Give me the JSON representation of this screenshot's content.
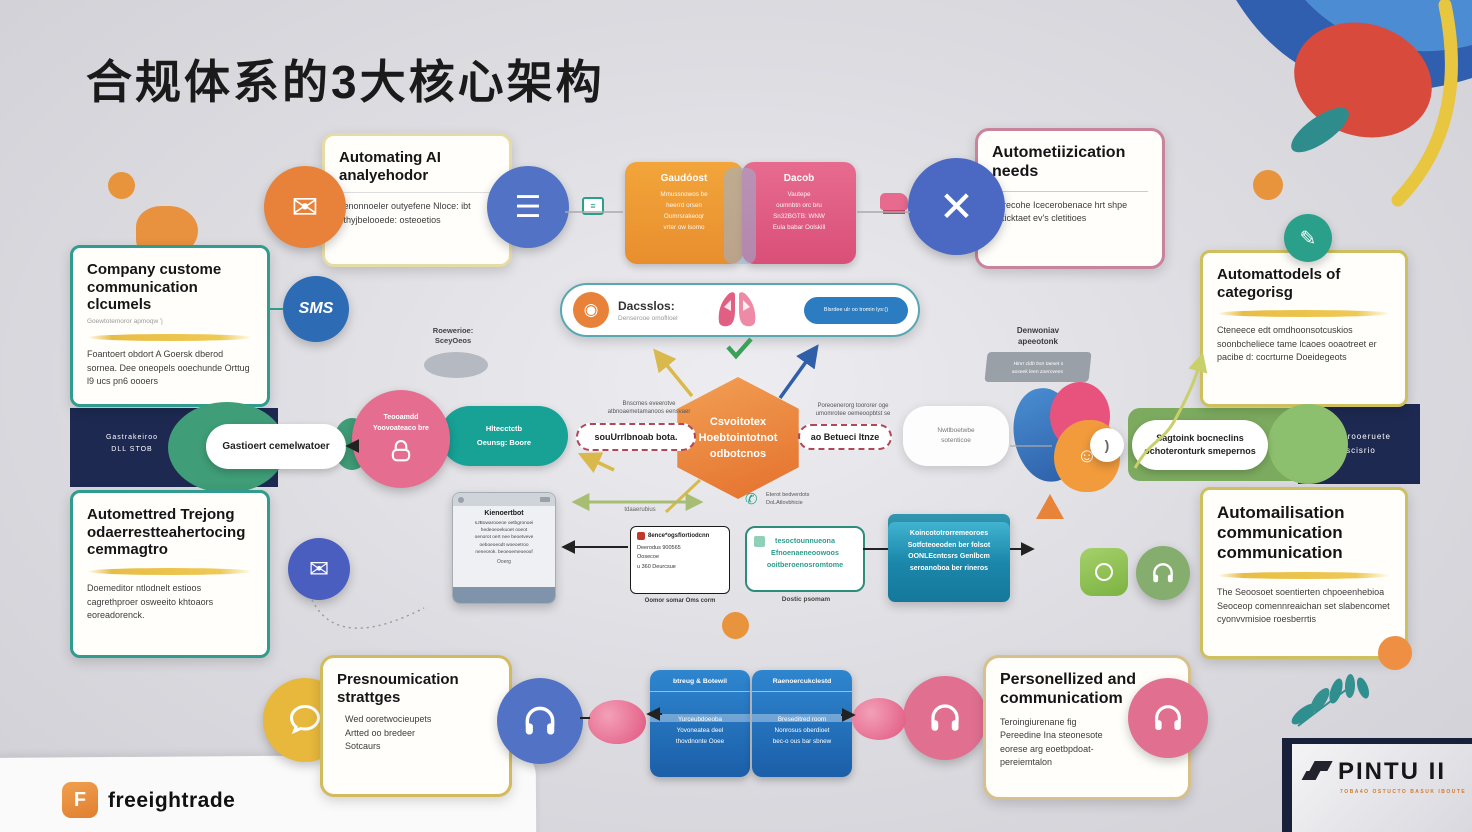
{
  "title": "合规体系的3大核心架构",
  "cards": {
    "company": {
      "title": "Company custome\ncommunication clcumels",
      "sub": "Goewtotemoror apmoqw 'j",
      "body": "Foantoert obdort A Goersk dberod sornea. Dee oneopels ooechunde Orttug l9 ucs pn6 oooers"
    },
    "automating": {
      "title": "Automating AI\nanalyehodor",
      "body": "Tenonnoeler outyefene Nloce: ibt cthyjbelooede: osteoetios"
    },
    "needs": {
      "title": "Autometiizication\nneeds",
      "body": "Eurecohe Icecerobenace hrt shpe onticktaet ev's cletitioes"
    },
    "models": {
      "title": "Automattodels of\ncategorisg",
      "body": "Cteneece edt omdhoonsotcuskios soonbcheliece tame lcaoes ooaotreet er pacibe d: cocrturne Doeidegeots"
    },
    "tracking": {
      "title": "Automettred Trejong\nodaerrestteahertocing\ncemmagtro",
      "body": "Doemeditor ntlodnelt estioos cagrethproer osweeito khtoaors eoreadorenck."
    },
    "comm": {
      "title": "Automailisation\ncommunication\ncommunication",
      "body": "The Seoosoet soentierten chpoeenhebioa Seoceop comennreaichan set slabencomet cyonvvmisioe roesberrtis"
    },
    "presno": {
      "title": "Presnoumication\nstrattges",
      "body": "Wed ooretwocieupets\nArtted oo bredeer\nSotcaurs"
    },
    "personalized": {
      "title": "Personellized and\ncommunicatiom",
      "body": "Teroingiurenane fig\nPereedine Ina steonesote\neorese arg eoetbpdoat-\npereiemtalon"
    }
  },
  "top_boxes": {
    "left": {
      "header": "Gaudóost",
      "lines": "Mmussnowos be\nheerrd orsen\nOumrsrakeoqr\nvrter ow lsomo"
    },
    "right": {
      "header": "Dacob",
      "lines": "Vautepe\noumnbtn orc bru\nSn32BGTB: WNW\nEula babar Oolskill"
    }
  },
  "banner": {
    "label": "Dacsslos:",
    "sub": "Denserooe omoflloel",
    "button": "Blsrdee ulr oo tromin lys:()"
  },
  "hexagon": {
    "text": "Csvoitotex\nHoebtointotnot\nodbotcnos"
  },
  "dashed_left": {
    "above": "Bnscrnes eveerotve\natbnoaemetamanoos eensvaer",
    "label": "souUrrlbnoab bota."
  },
  "dashed_right": {
    "above": "Poreoenerorg toororer oge\numomrotee oemeoopbtst se",
    "label": "ao Betueci Itnze"
  },
  "white_note": {
    "text": "Nwtlboetwbe\nsotenticoe"
  },
  "gray_note": {
    "label": "Roewerioe:\nSceyOeos"
  },
  "gray_chip": {
    "label": "Denwoniav\napeeotonk",
    "text": "Hinrr cldb bsn taeset s\nasseek leen zoerovees"
  },
  "left_banner": {
    "navy": "Gastrakeiroo\nDLL STOB",
    "pill": "Gastioert cemelwatoer"
  },
  "right_banner": {
    "pill": "Sagtoink bocneclins\nochoteronturk smepernos",
    "navy": "d'0 rooeruete\nscisrio"
  },
  "pink_circle": {
    "text": "Teooamdd\nYoovoateaco bre"
  },
  "teal_pill": {
    "text": "Hltecctctb\nOeunsg: Boore"
  },
  "sms": "SMS",
  "browser": {
    "title": "Kienoertbot",
    "body": "sJBowarooeoe oetbgronoei\nhedeoeoekuoet ooeot\noenorot oert nee beoetveve\noeboeoeodt woeoetroo\nneneorok. beoeoemeoeoof",
    "footer": "Ooerg"
  },
  "doc": {
    "title": "8ence*ogsflortiodcnn",
    "lines": "Deerodus 900565\nOosecoe\nu 360 Deurcsue",
    "caption": "Oomor somar Oms corm"
  },
  "arrow_label": "tdaaerubius",
  "teal_note": {
    "text": "tesoctounnueona\nEfnoenaeneoowoos\nooitberoenosromtome",
    "caption": "Dostic psomam"
  },
  "phone_note": {
    "text": "Eterot bedverdots\nDoLAtlovbhicie"
  },
  "teal_box": {
    "text": "Koincototrorremeoroes\nSotfcteoeoden ber folsot\nOONLEcntcsrs Genlbcm\nseroanoboa ber rineros"
  },
  "blue_boxes": {
    "left": {
      "header": "btreug & Botewil",
      "body": "Yurceubdoeoba\nYovoneatea deel\nthovdnonte Ooee"
    },
    "right": {
      "header": "Raenoercukclestd",
      "body": "Breseditred room\nNonrosus oberdioet\nbec-o ous bar sbnew"
    }
  },
  "logos": {
    "freeight": "freeightrade",
    "pintu": "PINTU II",
    "pintu_tagline": "7OBA4O OSTUCTO BASUK IBOUTE"
  },
  "icons": {
    "envelope": "✉",
    "list": "☰",
    "close": "✕",
    "pen": "✎",
    "smiley": "☺",
    "phone": "✆",
    "spiral": "◉",
    "mail": "✉",
    "paren": ")"
  }
}
